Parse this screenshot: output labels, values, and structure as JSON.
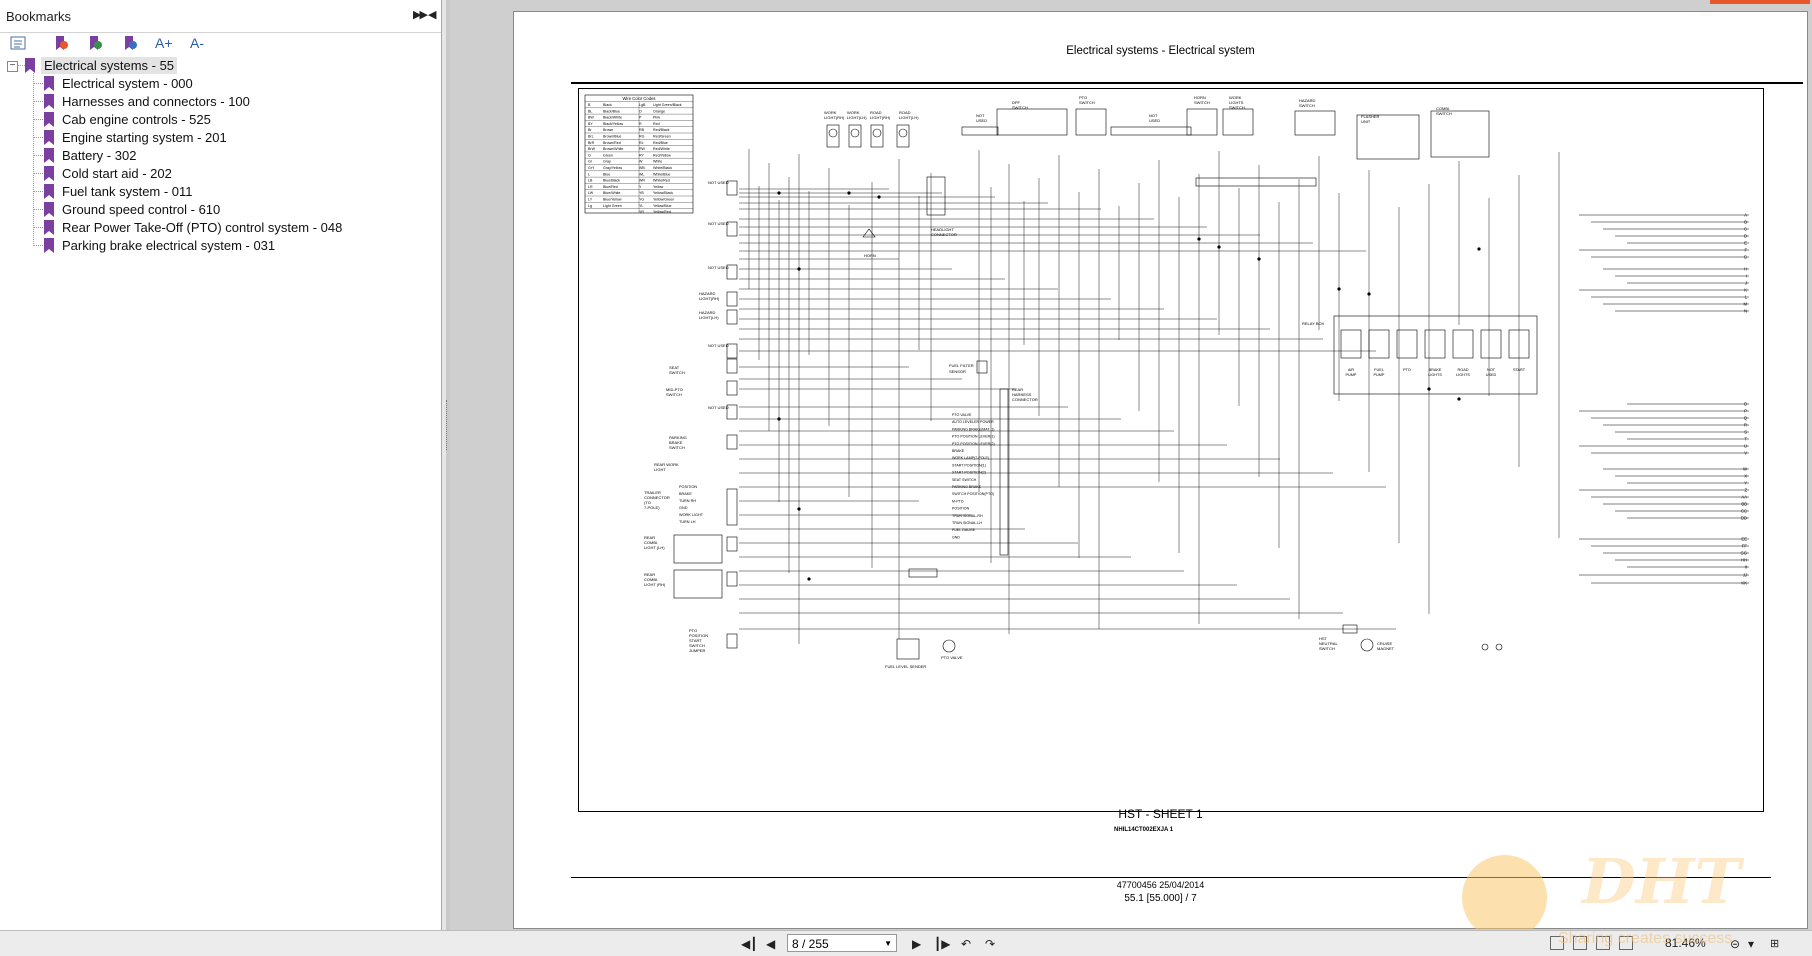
{
  "sidebar": {
    "title": "Bookmarks",
    "expand_icon": "double-chevron-right-icon",
    "collapse_icon": "triangle-left-icon",
    "tools": [
      "bookmark-options-icon",
      "add-bookmark-icon",
      "find-bookmark-icon",
      "expand-bookmark-icon",
      "text-larger-icon",
      "text-smaller-icon"
    ],
    "tools_text": [
      "A+",
      "A-"
    ],
    "root": "Electrical systems - 55",
    "items": [
      "Electrical system - 000",
      "Harnesses and connectors - 100",
      "Cab engine controls - 525",
      "Engine starting system - 201",
      "Battery - 302",
      "Cold start aid - 202",
      "Fuel tank system - 011",
      "Ground speed control - 610",
      "Rear Power Take-Off (PTO) control system - 048",
      "Parking brake electrical system - 031"
    ]
  },
  "document": {
    "title": "Electrical systems - Electrical system",
    "sheet": "HST - SHEET 1",
    "drawing_number": "NHIL14CT002EXJA    1",
    "footer_line1": "47700456 25/04/2014",
    "footer_line2": "55.1 [55.000] / 7"
  },
  "diagram": {
    "legend_title": "Wire Color Codes",
    "legend": [
      [
        "B",
        "Black",
        "LgB",
        "Light Green/Black"
      ],
      [
        "BL",
        "Black/Blue",
        "O",
        "Orange"
      ],
      [
        "BW",
        "Black/White",
        "P",
        "Pink"
      ],
      [
        "BY",
        "Black/Yellow",
        "R",
        "Red"
      ],
      [
        "Br",
        "Brown",
        "RB",
        "Red/Black"
      ],
      [
        "BrL",
        "Brown/Blue",
        "RG",
        "Red/Green"
      ],
      [
        "BrR",
        "Brown/Red",
        "RL",
        "Red/Blue"
      ],
      [
        "BrW",
        "Brown/White",
        "RW",
        "Red/White"
      ],
      [
        "G",
        "Green",
        "RY",
        "Red/Yellow"
      ],
      [
        "Gr",
        "Gray",
        "W",
        "White"
      ],
      [
        "GrY",
        "Gray/Yellow",
        "WB",
        "White/Black"
      ],
      [
        "L",
        "Blue",
        "WL",
        "White/Blue"
      ],
      [
        "LB",
        "Blue/Black",
        "WR",
        "White/Red"
      ],
      [
        "LR",
        "Blue/Red",
        "Y",
        "Yellow"
      ],
      [
        "LW",
        "Blue/White",
        "YB",
        "Yellow/Black"
      ],
      [
        "LY",
        "Blue/Yellow",
        "YG",
        "Yellow/Green"
      ],
      [
        "Lg",
        "Light Green",
        "YL",
        "Yellow/Blue"
      ],
      [
        "",
        "",
        "YR",
        "Yellow/Red"
      ]
    ],
    "top_labels": [
      "WORK LIGHT(RH)",
      "WORK LIGHT(LH)",
      "ROAD LIGHT(RH)",
      "ROAD LIGHT(LH)",
      "NOT USED",
      "DPF SWITCH",
      "PTO SWITCH",
      "NOT USED",
      "HORN SWITCH",
      "WORK LIGHTS SWITCH",
      "HAZARD SWITCH",
      "FLASHER UNIT",
      "COMBI. SWITCH"
    ],
    "left_labels": [
      "NOT USED",
      "NOT USED",
      "NOT USED",
      "HAZARD LIGHT(RH)",
      "HAZARD LIGHT(LH)",
      "NOT USED",
      "SEAT SWITCH",
      "MID-PTO SWITCH",
      "NOT USED",
      "PARKING BRAKE SWITCH",
      "REAR WORK LIGHT",
      "TRAILER CONNECTOR (TO 7-POLE)",
      "REAR COMBI. LIGHT (LH)",
      "REAR COMBI. LIGHT (RH)",
      "PTO POSITION START SWITCH JUMPER"
    ],
    "trailer_pins": [
      "POSITION",
      "BRAKE",
      "TURN RH",
      "GND",
      "WORK LIGHT",
      "TURN LH"
    ],
    "center_labels": [
      "HORN",
      "HEADLIGHT CONNECTOR",
      "FUEL FILTER SENSOR",
      "REAR HARNESS CONNECTOR",
      "FUEL LEVEL SENDER",
      "PTO VALVE"
    ],
    "rear_pins": [
      "PTO VALVE",
      "AUTO LEVELER POWER",
      "PARKING BRAKE(MAT. 1)",
      "PTO POSITION LEVER(1)",
      "PTO POSITION LEVER(2)",
      "BRAKE",
      "WORK LAMP(7-POLE)",
      "START POSITION(1)",
      "START POSITION(2)",
      "SEAT SWITCH",
      "PARKING BRAKE",
      "SWITCH POSITION(PTO)",
      "M-PTO",
      "POSITION",
      "TRUN SIGNAL-RH",
      "TRUN SIGNAL-LH",
      "FUEL GAUGE",
      "GND"
    ],
    "relay_box": "RELAY BOX",
    "relays": [
      "AIR PUMP",
      "FUEL PUMP",
      "PTO",
      "BRAKE LIGHTS",
      "ROAD LIGHTS",
      "NOT USED",
      "START"
    ],
    "bottom_right": [
      "HST NEUTRAL SWITCH",
      "CRUISE MAGNET"
    ],
    "right_letters": [
      "A",
      "B",
      "C",
      "D",
      "E",
      "F",
      "G",
      "H",
      "I",
      "J",
      "K",
      "L",
      "M",
      "N",
      "O",
      "P",
      "Q",
      "R",
      "S",
      "T",
      "U",
      "V",
      "W",
      "X",
      "Y",
      "Z",
      "AA",
      "BB",
      "CC",
      "DD",
      "EE",
      "FF",
      "GG",
      "HH",
      "II",
      "JJ",
      "KK"
    ]
  },
  "statusbar": {
    "page_value": "8 / 255",
    "zoom": "81.46%",
    "nav_icons": [
      "first-page-icon",
      "previous-page-icon",
      "next-page-icon",
      "last-page-icon",
      "previous-view-icon",
      "next-view-icon"
    ]
  },
  "watermark": {
    "logo": "DHT",
    "slogan": "Sharing creates success"
  },
  "colors": {
    "bookmark": "#7b3fa0",
    "accent": "#e8562a"
  }
}
